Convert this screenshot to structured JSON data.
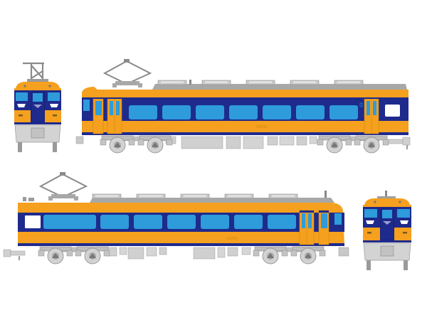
{
  "illustration": {
    "subject": "Two-car electric train set, side and front elevations",
    "colors": {
      "body_orange": "#F5A01E",
      "stripe_navy": "#1E2A8C",
      "window_blue": "#2E9BDB",
      "roof_gray": "#9E9E9E",
      "underfloor_gray": "#C8C8C8",
      "background": "#FFFFFF"
    },
    "top_car": {
      "car_number": "16000",
      "window_count": 7,
      "has_pantograph": true
    },
    "bottom_car": {
      "car_number": "16000",
      "window_count": 7,
      "has_pantograph": true
    }
  }
}
